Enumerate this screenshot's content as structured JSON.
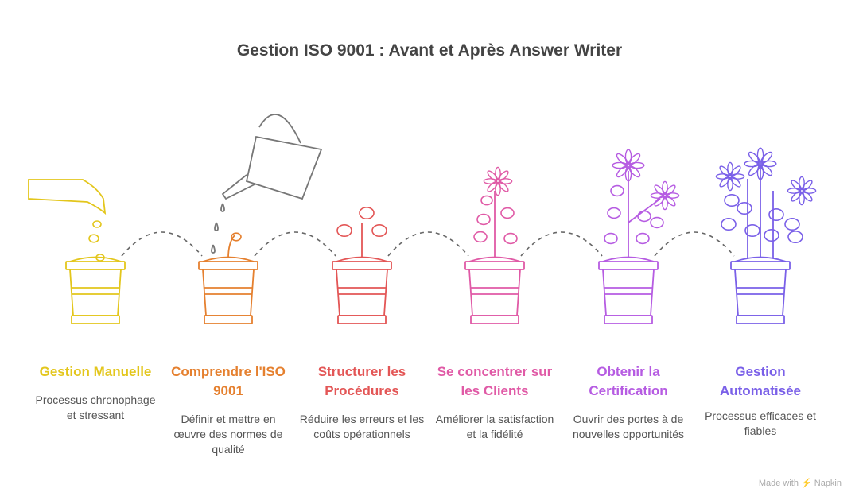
{
  "title": "Gestion ISO 9001 : Avant et Après Answer Writer",
  "stages": [
    {
      "title": "Gestion Manuelle",
      "desc": "Processus chronophage et stressant",
      "color": "#e3c61c",
      "icon": "hand-planting-seeds-pot-icon"
    },
    {
      "title": "Comprendre l'ISO 9001",
      "desc": "Définir et mettre en œuvre des normes de qualité",
      "color": "#e5802f",
      "icon": "watering-can-sprout-pot-icon"
    },
    {
      "title": "Structurer les Procédures",
      "desc": "Réduire les erreurs et les coûts opérationnels",
      "color": "#e35656",
      "icon": "seedling-pot-icon"
    },
    {
      "title": "Se concentrer sur les Clients",
      "desc": "Améliorer la satisfaction et la fidélité",
      "color": "#e05aa6",
      "icon": "flowering-plant-pot-icon"
    },
    {
      "title": "Obtenir la Certification",
      "desc": "Ouvrir des portes à de nouvelles opportunités",
      "color": "#b65ce2",
      "icon": "blooming-plant-pot-icon"
    },
    {
      "title": "Gestion Automatisée",
      "desc": "Processus efficaces et fiables",
      "color": "#7a60e8",
      "icon": "full-bloom-plant-pot-icon"
    }
  ],
  "footer": "Made with ⚡ Napkin"
}
